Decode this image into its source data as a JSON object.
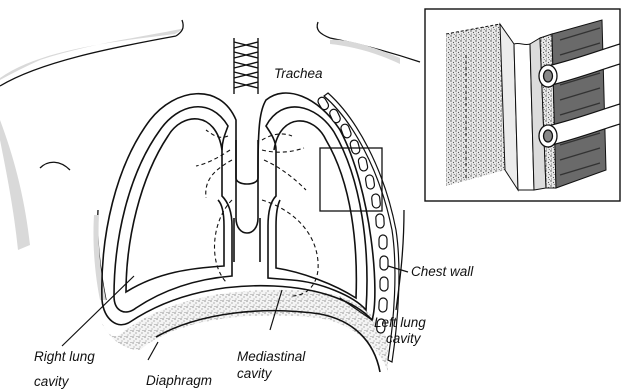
{
  "labels": {
    "trachea": "Trachea",
    "chest_wall": "Chest wall",
    "left_lung_cavity": [
      "Left lung",
      "cavity"
    ],
    "mediastinal_cavity": [
      "Mediastinal",
      "cavity"
    ],
    "diaphragm": "Diaphragm",
    "right_lung_cavity": [
      "Right lung",
      "cavity"
    ]
  },
  "colors": {
    "ink": "#111111",
    "shoulder_shadow": "#d9d9d9",
    "stipple": "#555555",
    "background": "#ffffff"
  }
}
